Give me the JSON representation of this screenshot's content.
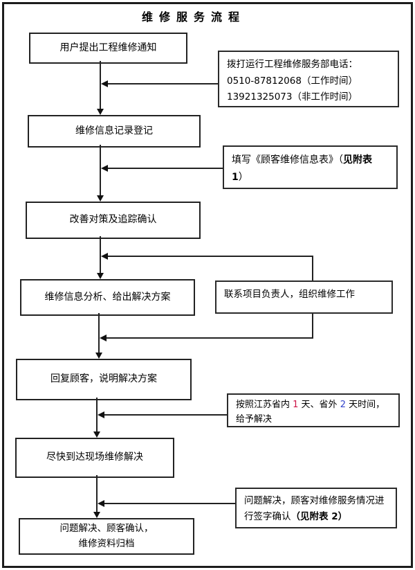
{
  "page": {
    "title": "维修服务流程"
  },
  "flow": {
    "step1": "用户提出工程维修通知",
    "step2": "维修信息记录登记",
    "step3": "改善对策及追踪确认",
    "step4": "维修信息分析、给出解决方案",
    "step5": "回复顾客，说明解决方案",
    "step6": "尽快到达现场维修解决",
    "step7_line1": "问题解决、顾客确认，",
    "step7_line2": "维修资料归档"
  },
  "notes": {
    "phone_line1": "拨打运行工程维修服务部电话：",
    "phone_line2": "0510-87812068（工作时间）",
    "phone_line3": "13921325073（非工作时间）",
    "form_prefix": "填写《顾客维修信息表》（",
    "form_bold": "见附表 1",
    "form_suffix": "）",
    "contact": "联系项目负责人，组织维修工作",
    "schedule_p1": "按照江苏省内 ",
    "schedule_day1": "1",
    "schedule_p2": " 天、省外 ",
    "schedule_day2": "2",
    "schedule_p3": " 天时间，给予解决",
    "sign_text": "问题解决，顾客对维修服务情况进行签字确认",
    "sign_bold": "（见附表 2）"
  },
  "colors": {
    "day1_red": "#cc1144",
    "day2_blue": "#3344cc",
    "line": "#1a1a1a"
  }
}
